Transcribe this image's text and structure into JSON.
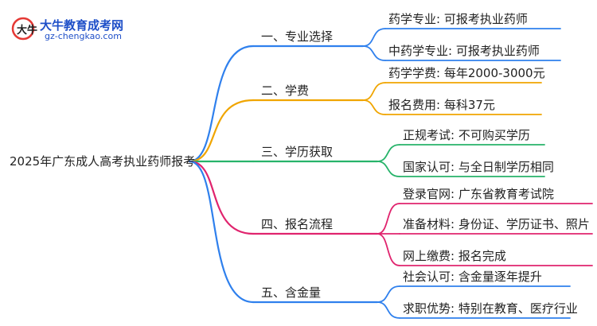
{
  "header": {
    "brand": "大牛教育成考网",
    "url": "gz-chengkao.com",
    "logo_text": "大牛"
  },
  "root": "2025年广东成人高考执业药师报考",
  "branches": [
    {
      "label": "一、专业选择",
      "color": "#2f80ed",
      "leaves": [
        "药学专业: 可报考执业药师",
        "中药学专业: 可报考执业药师"
      ]
    },
    {
      "label": "二、学费",
      "color": "#f0a500",
      "leaves": [
        "药学学费: 每年2000-3000元",
        "报名费用: 每科37元"
      ]
    },
    {
      "label": "三、学历获取",
      "color": "#27b36a",
      "leaves": [
        "正规考试: 不可购买学历",
        "国家认可: 与全日制学历相同"
      ]
    },
    {
      "label": "四、报名流程",
      "color": "#e0246e",
      "leaves": [
        "登录官网: 广东省教育考试院",
        "准备材料: 身份证、学历证书、照片",
        "网上缴费: 报名完成"
      ]
    },
    {
      "label": "五、含金量",
      "color": "#2f80ed",
      "leaves": [
        "社会认可: 含金量逐年提升",
        "求职优势: 特别在教育、医疗行业"
      ]
    }
  ]
}
